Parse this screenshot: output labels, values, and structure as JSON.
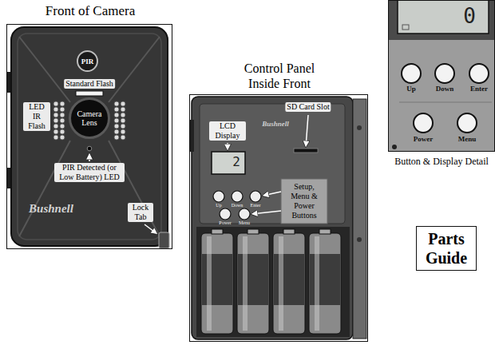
{
  "diagram": {
    "nodes": [
      {
        "text": [
          "Front of Camera"
        ]
      },
      {
        "text": [
          "PIR"
        ],
        "in": 0
      },
      {
        "text": [
          "Camera Lens"
        ],
        "in": 0
      },
      {
        "text": [
          "Control Panel Inside Front"
        ]
      },
      {
        "text": [
          "Button & Display Detail"
        ]
      },
      {
        "text": [
          "Parts Guide"
        ]
      }
    ],
    "labels": [
      "Standard Flash",
      "LED IR Flash",
      "PIR Detected (or Low Battery) LED",
      "Bushnell",
      "Lock Tab",
      "LCD Display",
      "2",
      "SD Card Slot",
      "Bushnell",
      "Up",
      "Down",
      "Enter",
      "Power",
      "Menu",
      "Setup, Menu & Power Buttons",
      "0",
      "Up",
      "Down",
      "Enter",
      "Power",
      "Menu"
    ]
  }
}
